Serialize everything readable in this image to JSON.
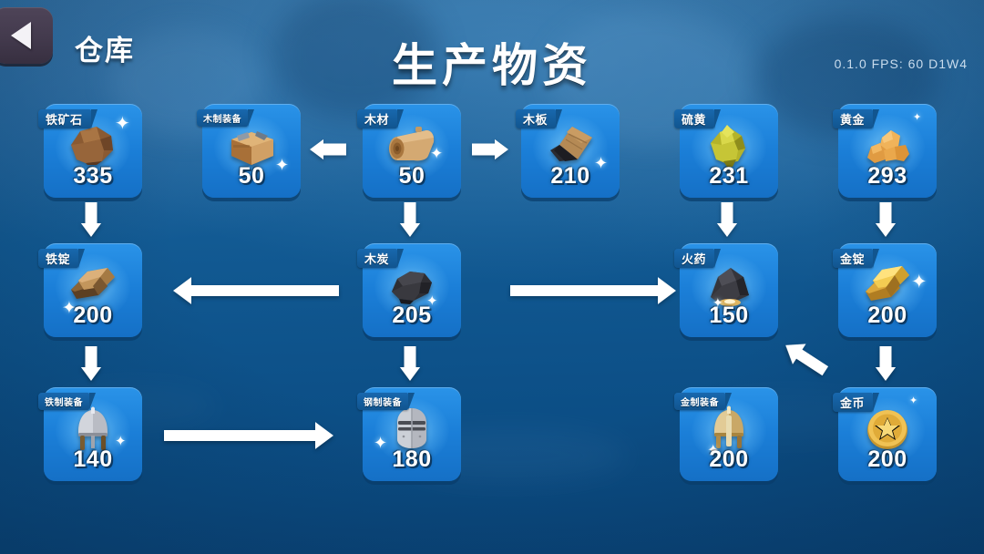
{
  "header": {
    "back_icon": "back-triangle-icon",
    "warehouse_label": "仓库",
    "title": "生产物资",
    "debug_info": "0.1.0  FPS:  60  D1W4"
  },
  "colors": {
    "card_blue": "#1b7fd8",
    "tag_blue": "#11558f",
    "background_blue": "#0d5189",
    "arrow_white": "#ffffff",
    "back_button": "#433a4d"
  },
  "items": [
    {
      "id": "iron-ore",
      "name": "铁矿石",
      "count": "335",
      "icon": "iron-ore-icon",
      "row": 1,
      "col": 1
    },
    {
      "id": "wooden-gear",
      "name": "木制装备",
      "count": "50",
      "icon": "wooden-crate-icon",
      "row": 1,
      "col": 2,
      "small_tag": true
    },
    {
      "id": "wood",
      "name": "木材",
      "count": "50",
      "icon": "log-icon",
      "row": 1,
      "col": 3
    },
    {
      "id": "plank",
      "name": "木板",
      "count": "210",
      "icon": "plank-icon",
      "row": 1,
      "col": 4
    },
    {
      "id": "sulfur",
      "name": "硫黄",
      "count": "231",
      "icon": "sulfur-icon",
      "row": 1,
      "col": 5
    },
    {
      "id": "gold-ore",
      "name": "黄金",
      "count": "293",
      "icon": "gold-nugget-icon",
      "row": 1,
      "col": 6
    },
    {
      "id": "iron-ingot",
      "name": "铁锭",
      "count": "200",
      "icon": "iron-ingot-icon",
      "row": 2,
      "col": 1
    },
    {
      "id": "charcoal",
      "name": "木炭",
      "count": "205",
      "icon": "charcoal-icon",
      "row": 2,
      "col": 3
    },
    {
      "id": "gunpowder",
      "name": "火药",
      "count": "150",
      "icon": "gunpowder-icon",
      "row": 2,
      "col": 5
    },
    {
      "id": "gold-ingot",
      "name": "金锭",
      "count": "200",
      "icon": "gold-ingot-icon",
      "row": 2,
      "col": 6
    },
    {
      "id": "iron-gear",
      "name": "铁制装备",
      "count": "140",
      "icon": "iron-helmet-icon",
      "row": 3,
      "col": 1,
      "small_tag": true
    },
    {
      "id": "steel-gear",
      "name": "钢制装备",
      "count": "180",
      "icon": "steel-helmet-icon",
      "row": 3,
      "col": 3,
      "small_tag": true
    },
    {
      "id": "gold-gear",
      "name": "金制装备",
      "count": "200",
      "icon": "gold-helmet-icon",
      "row": 3,
      "col": 5,
      "small_tag": true
    },
    {
      "id": "gold-coin",
      "name": "金币",
      "count": "200",
      "icon": "gold-coin-icon",
      "row": 3,
      "col": 6
    }
  ],
  "arrows": [
    {
      "id": "wood-to-wooden-gear",
      "direction": "left",
      "kind": "short"
    },
    {
      "id": "wood-to-plank",
      "direction": "right",
      "kind": "short"
    },
    {
      "id": "iron-ore-to-ingot",
      "direction": "down",
      "kind": "down"
    },
    {
      "id": "wood-to-charcoal",
      "direction": "down",
      "kind": "down"
    },
    {
      "id": "sulfur-to-powder",
      "direction": "down",
      "kind": "down"
    },
    {
      "id": "gold-to-ingot",
      "direction": "down",
      "kind": "down"
    },
    {
      "id": "charcoal-to-iron",
      "direction": "left",
      "kind": "long"
    },
    {
      "id": "charcoal-to-powder",
      "direction": "right",
      "kind": "long"
    },
    {
      "id": "iron-ingot-to-gear",
      "direction": "down",
      "kind": "down"
    },
    {
      "id": "charcoal-to-steel",
      "direction": "down",
      "kind": "down"
    },
    {
      "id": "goldingot-to-coin",
      "direction": "down",
      "kind": "down"
    },
    {
      "id": "goldingot-to-gear",
      "direction": "diag-left-down",
      "kind": "diagonal"
    },
    {
      "id": "irongear-to-steel",
      "direction": "right",
      "kind": "long"
    }
  ]
}
